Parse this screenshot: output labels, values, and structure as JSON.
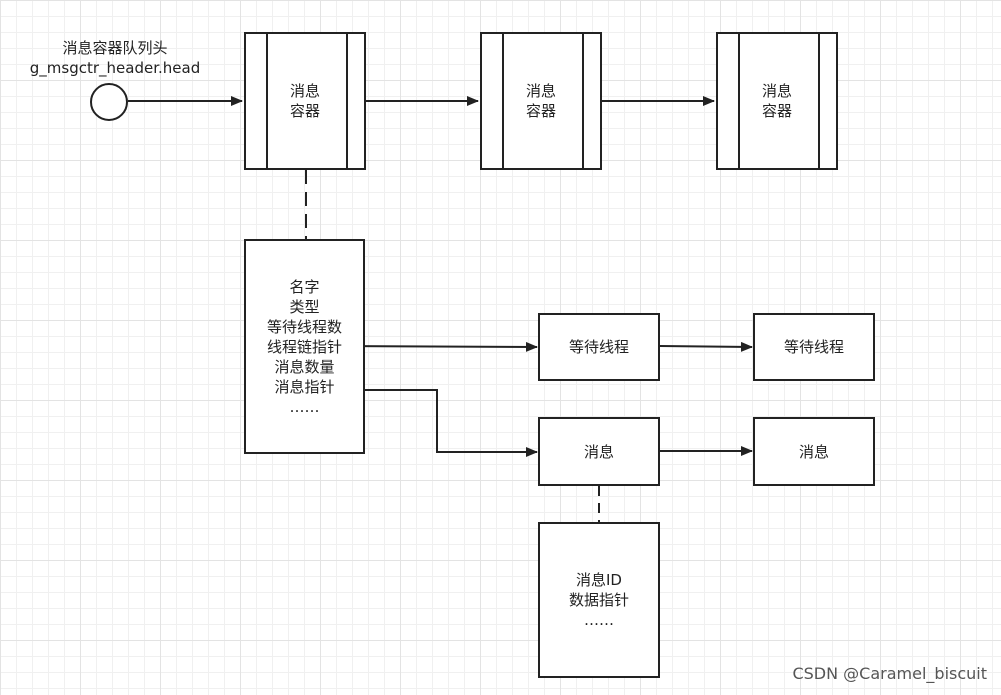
{
  "queue_head": {
    "label_line1": "消息容器队列头",
    "label_line2": "g_msgctr_header.head"
  },
  "containers": [
    {
      "line1": "消息",
      "line2": "容器"
    },
    {
      "line1": "消息",
      "line2": "容器"
    },
    {
      "line1": "消息",
      "line2": "容器"
    }
  ],
  "container_fields": [
    "名字",
    "类型",
    "等待线程数",
    "线程链指针",
    "消息数量",
    "消息指针",
    "……"
  ],
  "wait_threads": [
    "等待线程",
    "等待线程"
  ],
  "messages": [
    "消息",
    "消息"
  ],
  "message_fields": [
    "消息ID",
    "数据指针",
    "……"
  ],
  "watermark": "CSDN @Caramel_biscuit",
  "colors": {
    "stroke": "#222222",
    "grid": "#e3e3e3",
    "background": "#ffffff"
  }
}
